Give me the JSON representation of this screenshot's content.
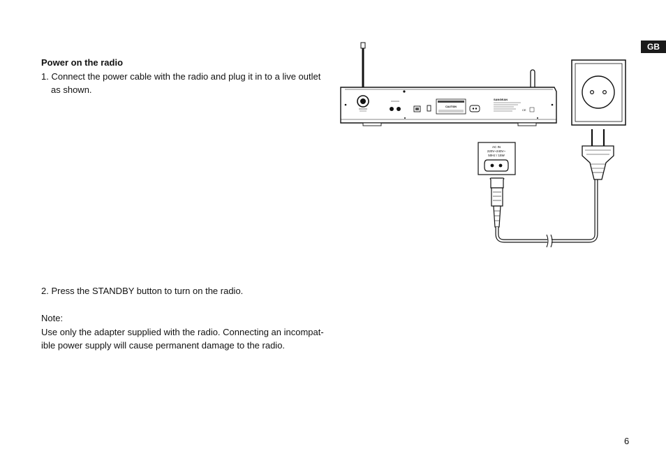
{
  "language_tab": "GB",
  "section": {
    "heading": "Power on the radio",
    "step1": "1. Connect the power cable with the radio and plug it in to a live outlet as shown.",
    "step2": "2. Press the STANDBY button to turn on the radio."
  },
  "note": {
    "title": "Note:",
    "body": "Use only the adapter supplied with the radio. Connecting an incompat-ible power supply will cause permanent damage to the radio."
  },
  "illustration": {
    "brand_label": "SANGEAN",
    "ac_in_lines": [
      "AC IN",
      "220V~240V~",
      "50Hz / 15W"
    ],
    "caution_label": "CAUTION",
    "ce_mark": "CE"
  },
  "page_number": "6"
}
